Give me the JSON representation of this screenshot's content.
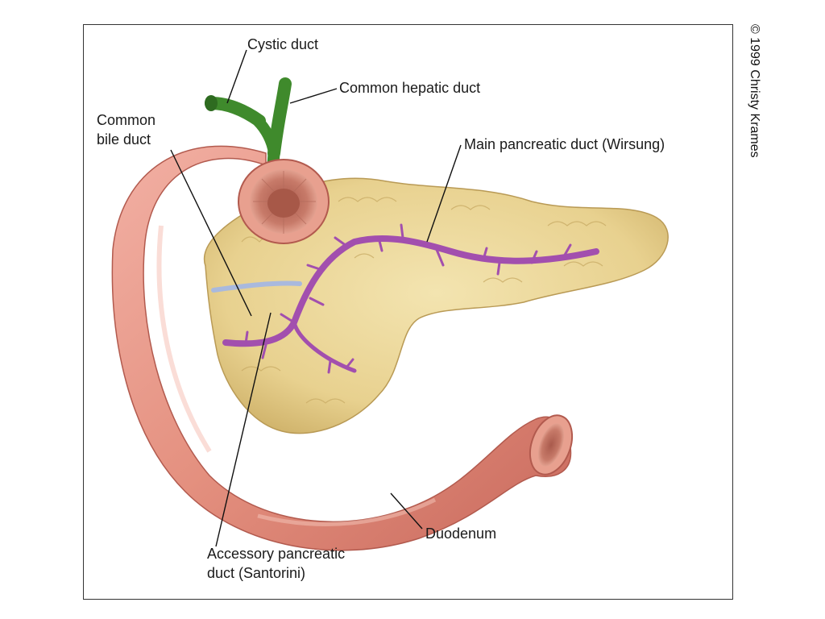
{
  "labels": {
    "cystic_duct": "Cystic duct",
    "common_hepatic_duct": "Common hepatic duct",
    "common_bile_duct_line1": "Common",
    "common_bile_duct_line2": "bile duct",
    "main_pancreatic_duct": "Main pancreatic duct (Wirsung)",
    "duodenum": "Duodenum",
    "accessory_line1": "Accessory pancreatic",
    "accessory_line2": "duct (Santorini)"
  },
  "copyright": "© 1999 Christy Krames",
  "colors": {
    "duodenum": "#e7988a",
    "duodenum_dark": "#c96c60",
    "pancreas": "#ecd89a",
    "pancreas_shade": "#d6bb72",
    "pancreatic_duct": "#a24fae",
    "bile_duct": "#3f8a2c",
    "leader_line": "#111111"
  }
}
